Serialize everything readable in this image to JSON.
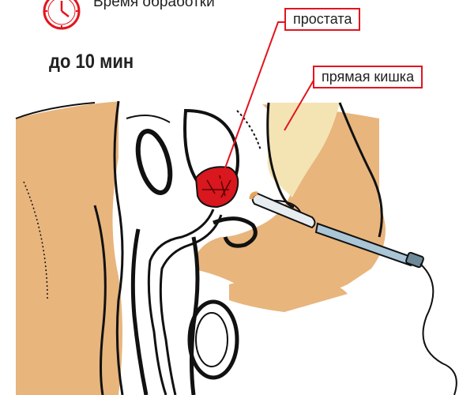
{
  "header": {
    "time_label": "Время обработки",
    "duration": "до 10 мин"
  },
  "labels": {
    "prostate": "простата",
    "rectum": "прямая кишка"
  },
  "icons": {
    "clock": "clock-icon"
  },
  "colors": {
    "accent_red": "#e3141e",
    "skin": "#e8b57d",
    "rectum_fill": "#f4e4b4",
    "prostate_red": "#d8171e",
    "probe_blue": "#a9c6d6",
    "outline": "#111111"
  }
}
